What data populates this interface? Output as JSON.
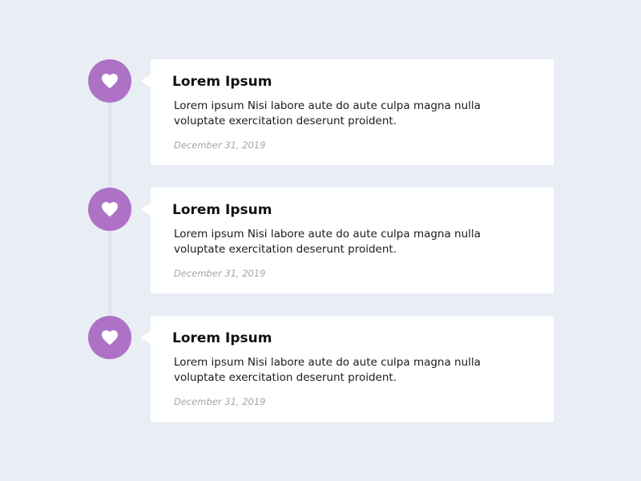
{
  "colors": {
    "background": "#e9eef5",
    "accent": "#ad72c6",
    "card": "#ffffff",
    "line": "#dde3ec",
    "date": "#a6a6a6"
  },
  "timeline": {
    "items": [
      {
        "icon": "heart-icon",
        "title": "Lorem Ipsum",
        "text": "Lorem ipsum Nisi labore aute do aute culpa magna nulla voluptate exercitation deserunt proident.",
        "date": "December 31, 2019"
      },
      {
        "icon": "heart-icon",
        "title": "Lorem Ipsum",
        "text": "Lorem ipsum Nisi labore aute do aute culpa magna nulla voluptate exercitation deserunt proident.",
        "date": "December 31, 2019"
      },
      {
        "icon": "heart-icon",
        "title": "Lorem Ipsum",
        "text": "Lorem ipsum Nisi labore aute do aute culpa magna nulla voluptate exercitation deserunt proident.",
        "date": "December 31, 2019"
      }
    ]
  }
}
